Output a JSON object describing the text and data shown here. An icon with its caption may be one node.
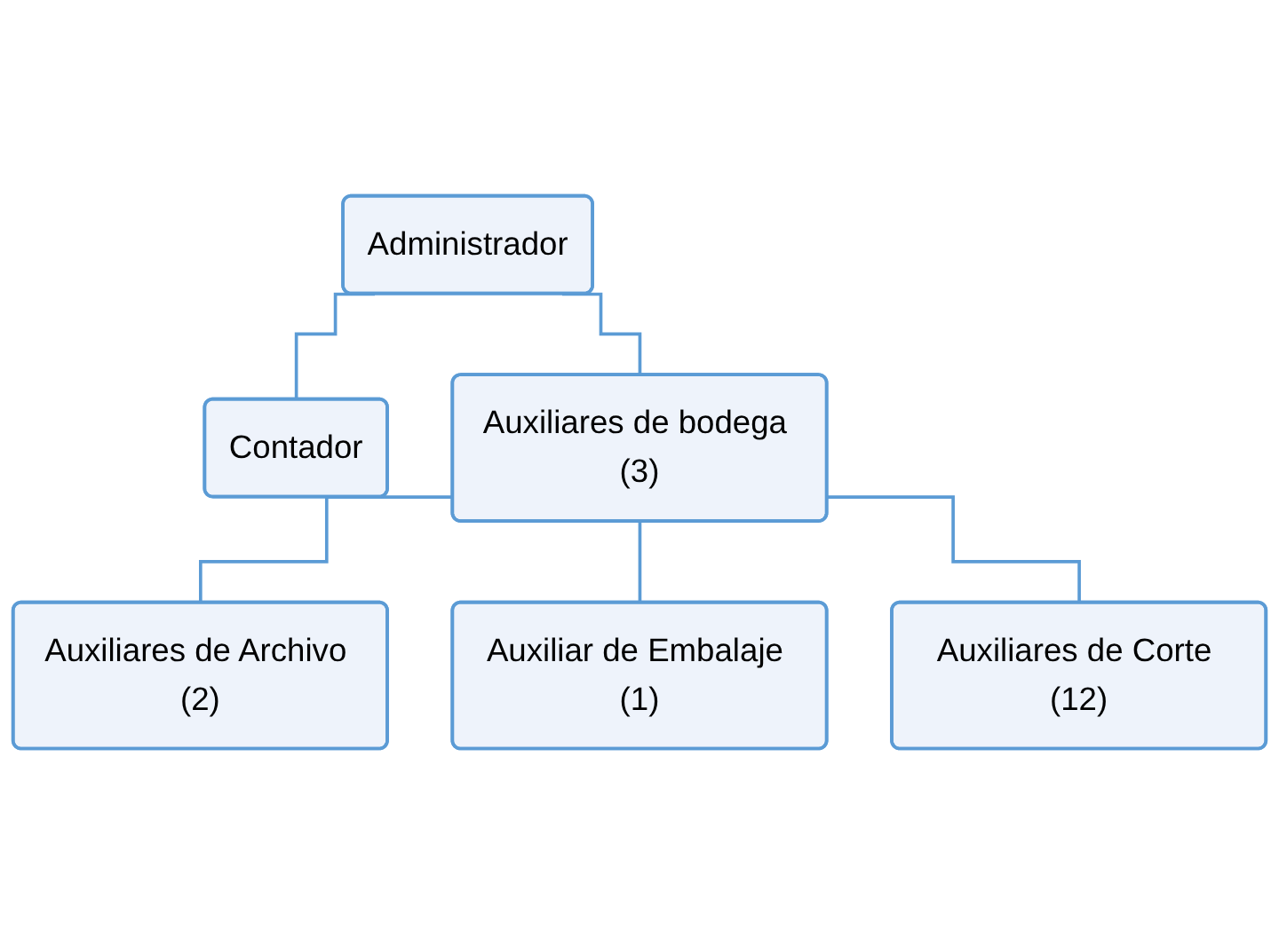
{
  "diagram": {
    "nodes": [
      {
        "text": [
          "Administrador"
        ]
      },
      {
        "text": [
          "Contador"
        ]
      },
      {
        "text": [
          "Auxiliares de bodega (3)"
        ]
      },
      {
        "text": [
          "Auxiliares de Archivo (2)"
        ]
      },
      {
        "text": [
          "Auxiliar de Embalaje (1)"
        ]
      },
      {
        "text": [
          "Auxiliares de Corte (12)"
        ]
      }
    ],
    "edges": [
      {
        "from": 0,
        "to": 1,
        "arrow": "none"
      },
      {
        "from": 0,
        "to": 2,
        "arrow": "none"
      },
      {
        "from": 2,
        "to": 3,
        "arrow": "none"
      },
      {
        "from": 2,
        "to": 4,
        "arrow": "none"
      },
      {
        "from": 2,
        "to": 5,
        "arrow": "none"
      }
    ]
  }
}
